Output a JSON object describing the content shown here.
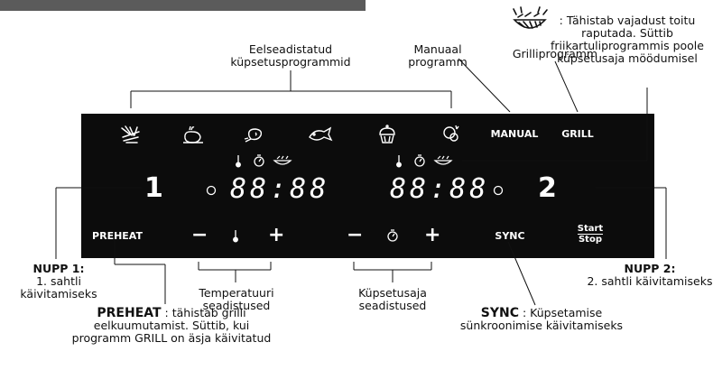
{
  "callouts": {
    "presets": [
      "Eelseadistatud",
      "küpsetusprogrammid"
    ],
    "manual": [
      "Manuaal",
      "programm"
    ],
    "grill": "Grilliprogramm",
    "shake": [
      ": Tähistab vajadust toitu",
      "raputada. Süttib",
      "friikartuliprogrammis poole",
      "küpsetusaja möödumisel"
    ],
    "btn1_title": "NUPP 1:",
    "btn1_desc": "1. sahtli käivitamiseks",
    "btn2_title": "NUPP 2:",
    "btn2_desc": "2. sahtli käivitamiseks",
    "temp": [
      "Temperatuuri",
      "seadistused"
    ],
    "time": [
      "Küpsetusaja",
      "seadistused"
    ],
    "preheat_title": "PREHEAT",
    "preheat_desc": [
      " : tähistab grilli",
      "eelkuumutamist. Süttib, kui",
      "programm GRILL on äsja käivitatud"
    ],
    "sync_title": "SYNC",
    "sync_desc": [
      " : Küpsetamise",
      "sünkroonimise käivitamiseks"
    ]
  },
  "panel": {
    "manual_label": "MANUAL",
    "grill_label": "GRILL",
    "drawer1": "1",
    "drawer2": "2",
    "display1": "88:88",
    "display2": "88:88",
    "preheat_label": "PREHEAT",
    "sync_label": "SYNC",
    "start_label": "Start",
    "stop_label": "Stop",
    "minus": "−",
    "plus": "+"
  },
  "icons": [
    "fries-icon",
    "chicken-icon",
    "meat-icon",
    "fish-icon",
    "cupcake-icon",
    "vegetables-icon",
    "thermometer-icon",
    "timer-icon",
    "shake-icon"
  ]
}
